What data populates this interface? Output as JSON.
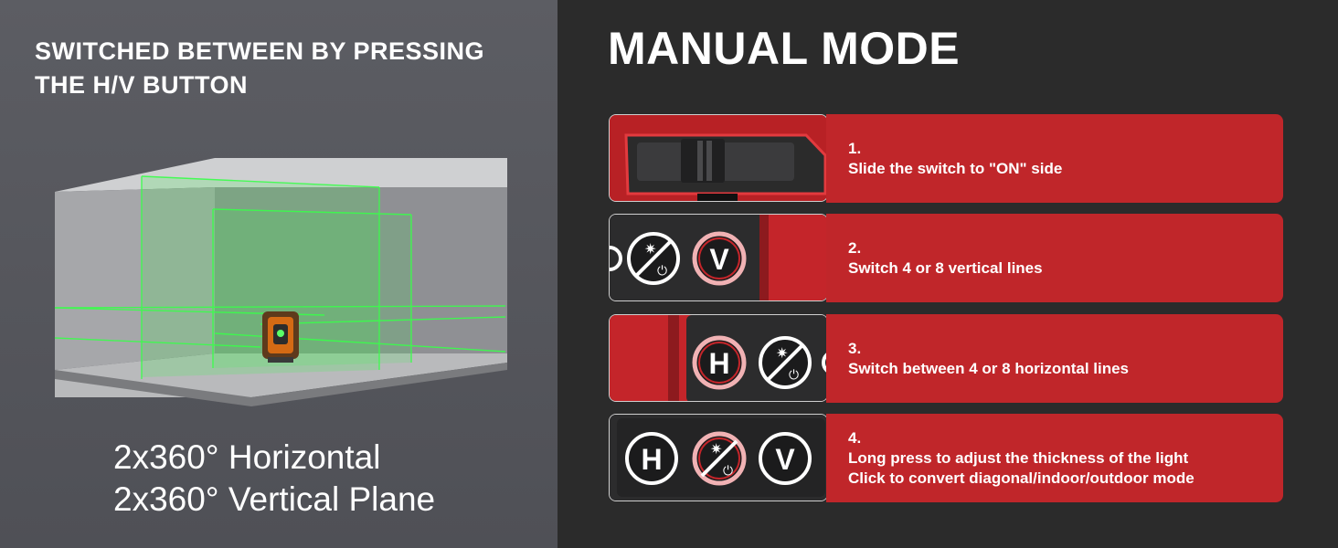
{
  "left": {
    "title_lines": [
      "SWITCHED BETWEEN BY PRESSING",
      "THE H/V BUTTON"
    ],
    "planes": [
      "2x360° Horizontal",
      "2x360° Vertical Plane"
    ]
  },
  "right": {
    "title": "MANUAL MODE",
    "steps": [
      {
        "number": "1.",
        "lines": [
          "Slide the switch to \"ON\" side"
        ]
      },
      {
        "number": "2.",
        "lines": [
          "Switch 4 or 8 vertical lines"
        ]
      },
      {
        "number": "3.",
        "lines": [
          "Switch between 4 or 8 horizontal lines"
        ]
      },
      {
        "number": "4.",
        "lines": [
          "Long press to adjust the thickness of the light",
          "Click to convert diagonal/indoor/outdoor mode"
        ]
      }
    ],
    "buttons": {
      "v": "V",
      "h": "H"
    }
  },
  "colors": {
    "accent_red": "#c0262a",
    "laser_green": "#2eff3e",
    "left_bg": "#55565c",
    "right_bg": "#2b2b2b"
  },
  "icons": [
    "power-light-icon",
    "v-button-icon",
    "h-button-icon",
    "on-off-switch-icon",
    "laser-level-device-icon"
  ]
}
